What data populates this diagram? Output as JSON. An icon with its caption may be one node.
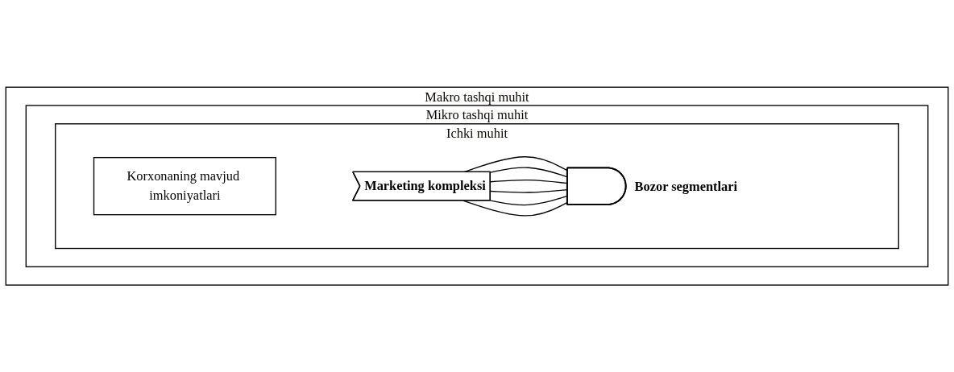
{
  "diagram": {
    "nodes": [
      {
        "text": [
          "Makro tashqi muhit"
        ]
      },
      {
        "text": [
          "Mikro tashqi muhit"
        ],
        "in": 0
      },
      {
        "text": [
          "Ichki muhit"
        ],
        "in": 1
      },
      {
        "text": [
          "Korxonaning mavjud imkoniyatlari"
        ],
        "in": 2
      },
      {
        "text": [
          "Marketing kompleksi"
        ],
        "in": 2
      },
      {
        "text": [],
        "shape": "bar",
        "beside": [
          "Bozor segmentlari"
        ],
        "in": 2
      }
    ],
    "edges": [
      {
        "from": 4,
        "to": 5,
        "arrow": "none"
      },
      {
        "from": 4,
        "to": 5,
        "arrow": "none"
      },
      {
        "from": 4,
        "to": 5,
        "arrow": "none"
      },
      {
        "from": 4,
        "to": 5,
        "arrow": "none"
      },
      {
        "from": 4,
        "to": 5,
        "arrow": "none"
      },
      {
        "from": 4,
        "to": 5,
        "arrow": "none"
      }
    ]
  }
}
